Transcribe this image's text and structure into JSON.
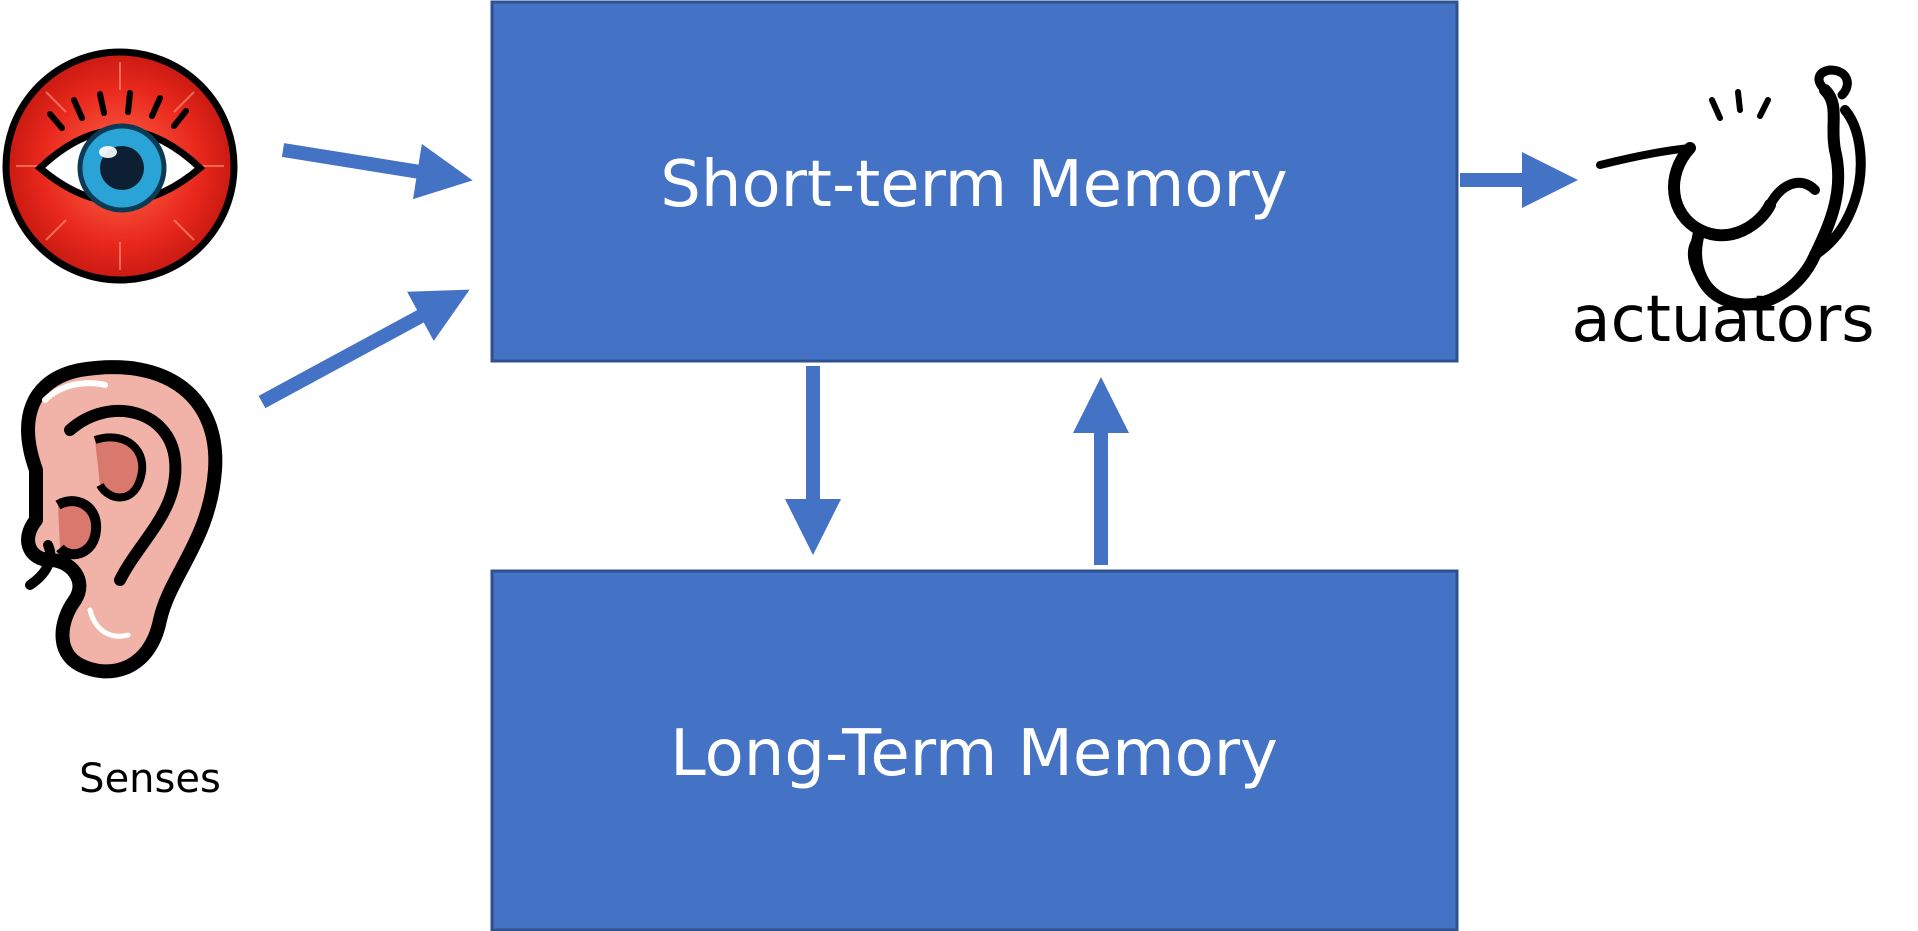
{
  "colors": {
    "box_fill": "#4472c4",
    "box_border": "#2f528f",
    "arrow": "#4472c4",
    "eye_red": "#e8271c",
    "eye_iris": "#2aa4d6",
    "ear_skin": "#f1b3a8"
  },
  "boxes": {
    "short_term": "Short-term Memory",
    "long_term": "Long-Term Memory"
  },
  "labels": {
    "senses": "Senses",
    "actuators": "actuators"
  },
  "icons": {
    "eye": "eye-icon",
    "ear": "ear-icon",
    "arm": "flexed-arm-icon"
  }
}
